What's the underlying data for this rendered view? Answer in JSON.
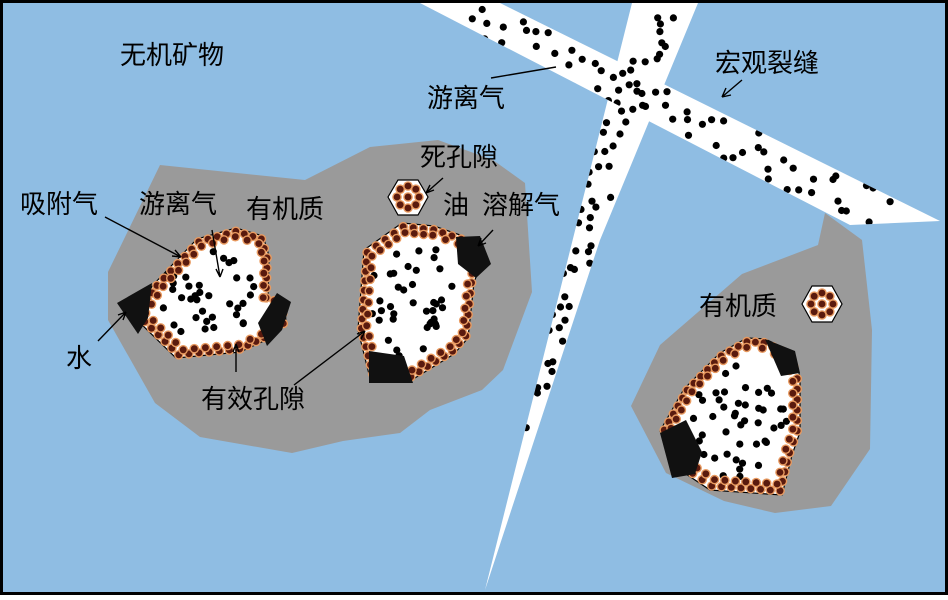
{
  "colors": {
    "background": "#8FBDE3",
    "organic_matter": "#9A9A9A",
    "fracture": "#FFFFFF",
    "pore": "#FFFFFF",
    "water": "#111111",
    "adsorbed_gas": "#5A1A0E",
    "adsorbed_gas_halo": "#E89A60",
    "free_gas": "#000000",
    "border": "#000000"
  },
  "labels": {
    "inorganic_mineral": "无机矿物",
    "free_gas_fracture": "游离气",
    "macro_fracture": "宏观裂缝",
    "dead_pore": "死孔隙",
    "adsorbed_gas": "吸附气",
    "free_gas_pore": "游离气",
    "organic_matter_left": "有机质",
    "oil": "油",
    "dissolved_gas": "溶解气",
    "water": "水",
    "effective_pore": "有效孔隙",
    "organic_matter_right": "有机质"
  }
}
